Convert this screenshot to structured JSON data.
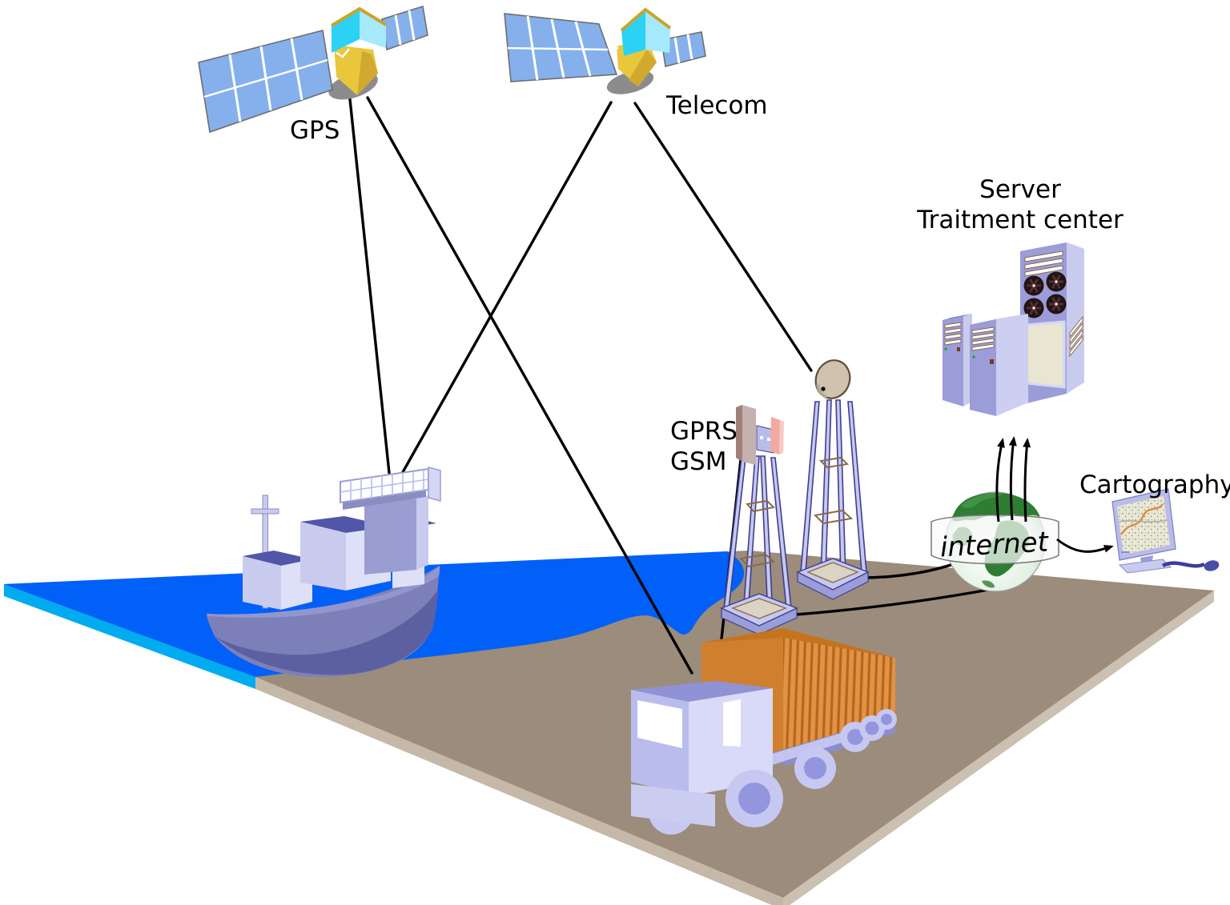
{
  "title": "GPS / GPRS fleet tracking system diagram",
  "labels": {
    "gps": "GPS",
    "telecom": "Telecom",
    "server_line1": "Server",
    "server_line2": "Traitment center",
    "gprs": "GPRS",
    "gsm": "GSM",
    "internet": "internet",
    "cartography": "Cartography"
  },
  "nodes": [
    {
      "id": "gps-satellite",
      "label": "GPS"
    },
    {
      "id": "telecom-satellite",
      "label": "Telecom"
    },
    {
      "id": "cargo-ship",
      "label": ""
    },
    {
      "id": "container-truck",
      "label": ""
    },
    {
      "id": "gsm-antenna-tower",
      "label": "GPRS GSM"
    },
    {
      "id": "dish-tower",
      "label": ""
    },
    {
      "id": "server-racks",
      "label": "Server Traitment center"
    },
    {
      "id": "internet-globe",
      "label": "internet"
    },
    {
      "id": "cartography-workstation",
      "label": "Cartography"
    }
  ],
  "connections": [
    {
      "from": "gps-satellite",
      "to": "cargo-ship",
      "type": "line"
    },
    {
      "from": "gps-satellite",
      "to": "container-truck",
      "type": "line"
    },
    {
      "from": "telecom-satellite",
      "to": "cargo-ship",
      "type": "line"
    },
    {
      "from": "telecom-satellite",
      "to": "dish-tower",
      "type": "line"
    },
    {
      "from": "gsm-antenna-tower",
      "to": "container-truck",
      "type": "line"
    },
    {
      "from": "dish-tower",
      "to": "internet-globe",
      "type": "curve"
    },
    {
      "from": "gsm-antenna-tower",
      "to": "internet-globe",
      "type": "curve"
    },
    {
      "from": "internet-globe",
      "to": "server-racks",
      "type": "triple-arrow-up"
    },
    {
      "from": "internet-globe",
      "to": "cartography-workstation",
      "type": "arrow"
    }
  ],
  "colors": {
    "line": "#000000",
    "water": "#0060F8",
    "waterEdge": "#00ABF0",
    "land": "#9C8C7B",
    "landEdgeLeft": "#C6B8A8",
    "landEdgeRight": "#CCC0B2",
    "satPanel": "#85B0EC",
    "satBody": "#E9C73D",
    "satBodyShade": "#D1A92F",
    "cubeBright": "#2BD2F5",
    "cubeLight": "#A6E9FB",
    "shadow": "#8C8C8C",
    "shipHull": "#7D80B8",
    "shipHullDark": "#5D60A0",
    "shipDeck": "#9396CC",
    "shipBoxTop": "#5156A8",
    "shipBoxFront": "#C9CBEE",
    "shipBoxSide": "#DEE0F8",
    "towerFill": "#C6C8F0",
    "towerStroke": "#3E3E8E",
    "platformBeige": "#DBD3C3",
    "platformBrown": "#8A6A4A",
    "antennaMauve": "#C5B1AD",
    "antennaMauveDark": "#A08078",
    "antennaPink": "#F2A9A2",
    "dish": "#CFC2AE",
    "dishRim": "#5E4E38",
    "truckCab": "#B9BCEC",
    "truckCabSide": "#D8DAF7",
    "truckRoof": "#8F92D6",
    "truckLower": "#CBCDF0",
    "wheelOuter": "#C6C8F2",
    "wheelInner": "#9396DC",
    "containerTop": "#C5731E",
    "containerFront": "#D07F2F",
    "containerSide": "#E29243",
    "containerStripe": "#B5651D",
    "serverFront": "#9A9DD8",
    "serverSide": "#C9CBEE",
    "serverTop": "#B9BCE8",
    "serverPanel": "#E8E5D1",
    "fanDark": "#241314",
    "globeGreen": "#2E7D32",
    "globeMid": "#4C9A52",
    "globeLight": "#CDE8CF",
    "screenMap": "#E9E7D6",
    "mouseBlue": "#4A4EA8"
  }
}
